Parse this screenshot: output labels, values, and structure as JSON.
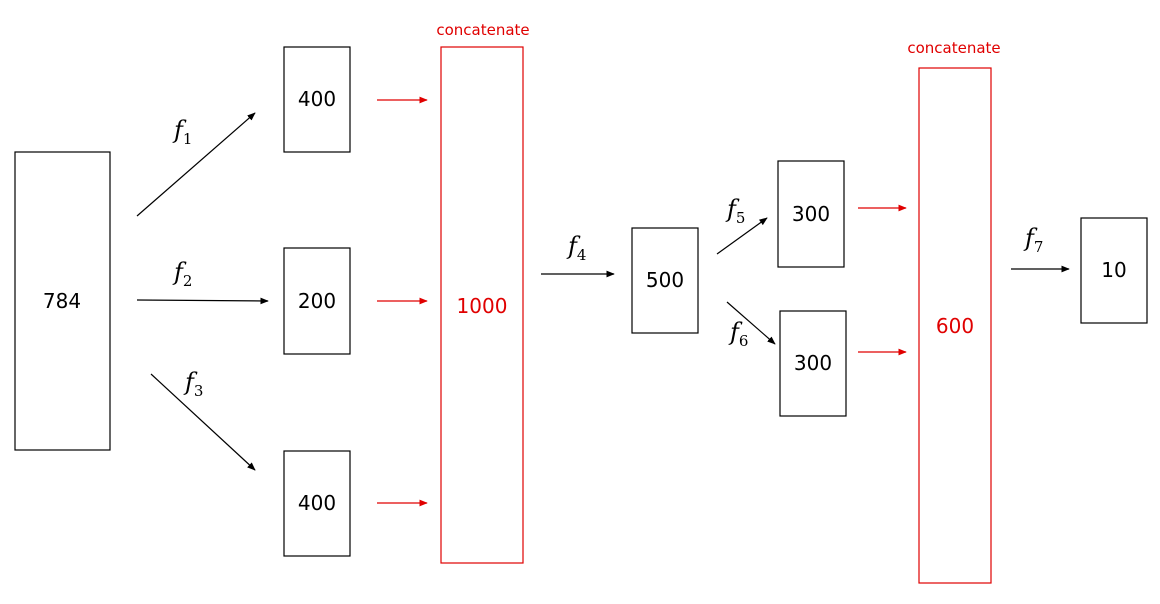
{
  "colors": {
    "black": "#000000",
    "red": "#e00000"
  },
  "nodes": {
    "input": "784",
    "branch_top": "400",
    "branch_mid": "200",
    "branch_bottom": "400",
    "concat1": "1000",
    "hidden": "500",
    "branch2_top": "300",
    "branch2_bottom": "300",
    "concat2": "600",
    "output": "10"
  },
  "concat_labels": {
    "first": "concatenate",
    "second": "concatenate"
  },
  "functions": {
    "f1": {
      "base": "f",
      "sub": "1"
    },
    "f2": {
      "base": "f",
      "sub": "2"
    },
    "f3": {
      "base": "f",
      "sub": "3"
    },
    "f4": {
      "base": "f",
      "sub": "4"
    },
    "f5": {
      "base": "f",
      "sub": "5"
    },
    "f6": {
      "base": "f",
      "sub": "6"
    },
    "f7": {
      "base": "f",
      "sub": "7"
    }
  }
}
